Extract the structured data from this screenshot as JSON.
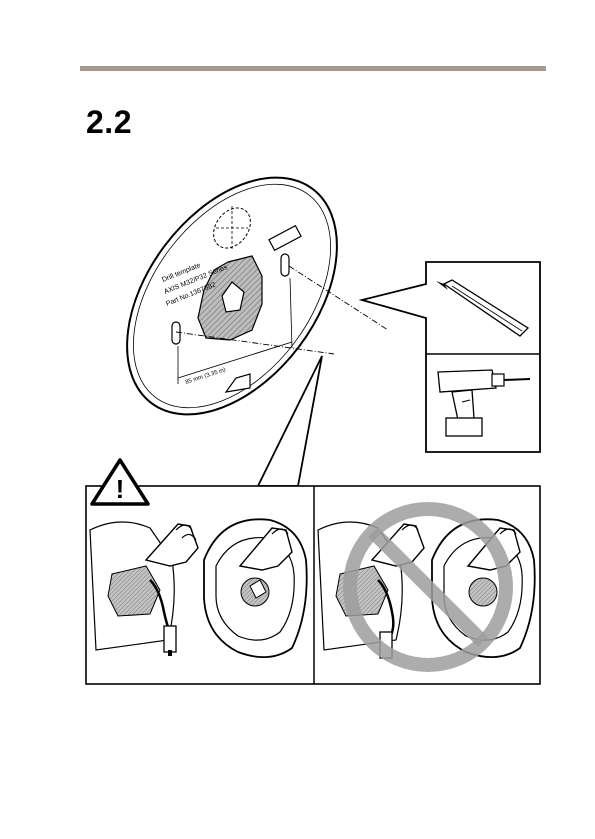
{
  "step_number": "2.2",
  "template_text": {
    "line1": "Drill template",
    "line2": "AXIS M32/P32 Series",
    "line3": "Part No.1367682",
    "dimension": "85 mm (3.35 in)"
  },
  "tools": [
    "pencil-icon",
    "drill-icon"
  ],
  "warning_symbol": "!",
  "colors": {
    "rule": "#a89a90",
    "prohibition": "#9e9e9e",
    "hatch": "#777777"
  }
}
